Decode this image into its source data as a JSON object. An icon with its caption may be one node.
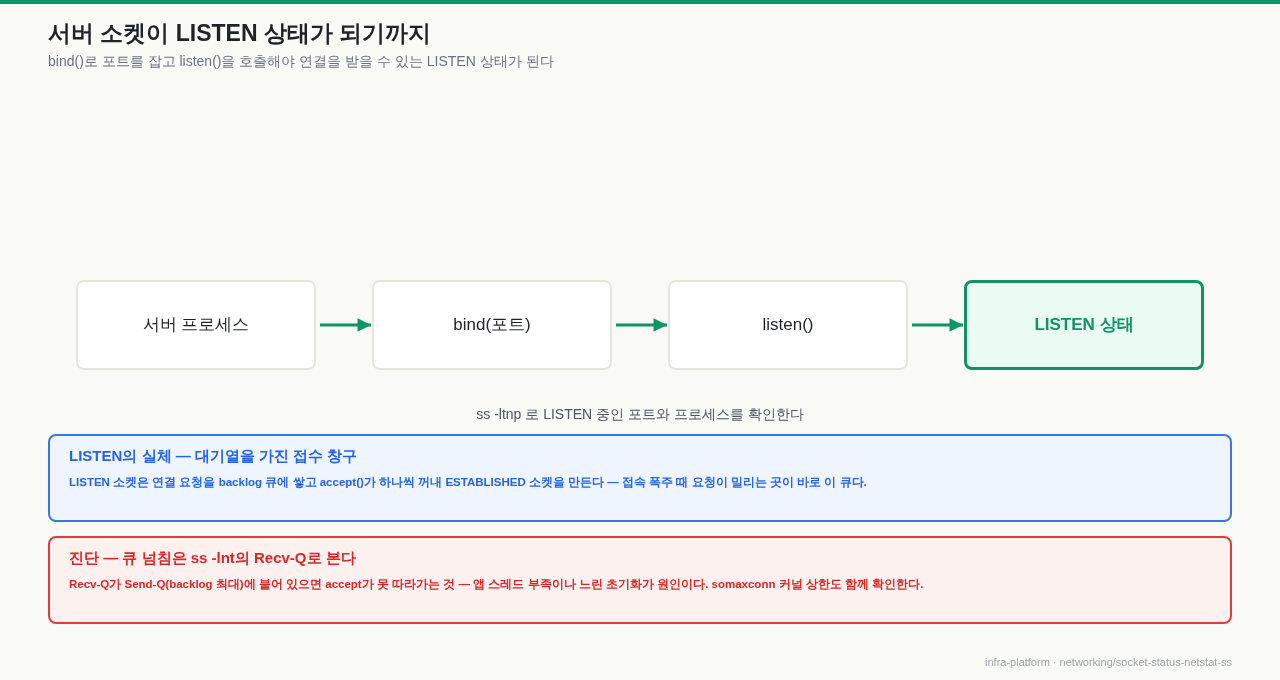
{
  "diagram": {
    "title": "서버 소켓이 LISTEN 상태가 되기까지",
    "caption": "bind()로 포트를 잡고 listen()을 호출해야 연결을 받을 수 있는 LISTEN 상태가 된다",
    "nodes": [
      {
        "text": [
          "서버 프로세스"
        ]
      },
      {
        "text": [
          "bind(포트)"
        ]
      },
      {
        "text": [
          "listen()"
        ]
      },
      {
        "text": [
          "LISTEN 상태"
        ]
      },
      {
        "text": [
          "LISTEN의 실체 — 대기열을 가진 접수 창구",
          "LISTEN 소켓은 연결 요청을 backlog 큐에 쌓고 accept()가 하나씩 꺼내 ESTABLISHED 소켓을 만든다 — 접속 폭주 때 요청이 밀리는 곳이 바로 이 큐다."
        ]
      },
      {
        "text": [
          "진단 — 큐 넘침은 ss -lnt의 Recv-Q로 본다",
          "Recv-Q가 Send-Q(backlog 최대)에 붙어 있으면 accept가 못 따라가는 것 — 앱 스레드 부족이나 느린 초기화가 원인이다. somaxconn 커널 상한도 함께 확인한다."
        ]
      }
    ],
    "edges": [
      {
        "from": 0,
        "to": 1,
        "arrow": "to"
      },
      {
        "from": 1,
        "to": 2,
        "arrow": "to"
      },
      {
        "from": 2,
        "to": 3,
        "arrow": "to"
      }
    ],
    "labels": [
      "ss -ltnp 로 LISTEN 중인 포트와 프로세스를 확인한다",
      "infra-platform · networking/socket-status-netstat-ss"
    ]
  }
}
